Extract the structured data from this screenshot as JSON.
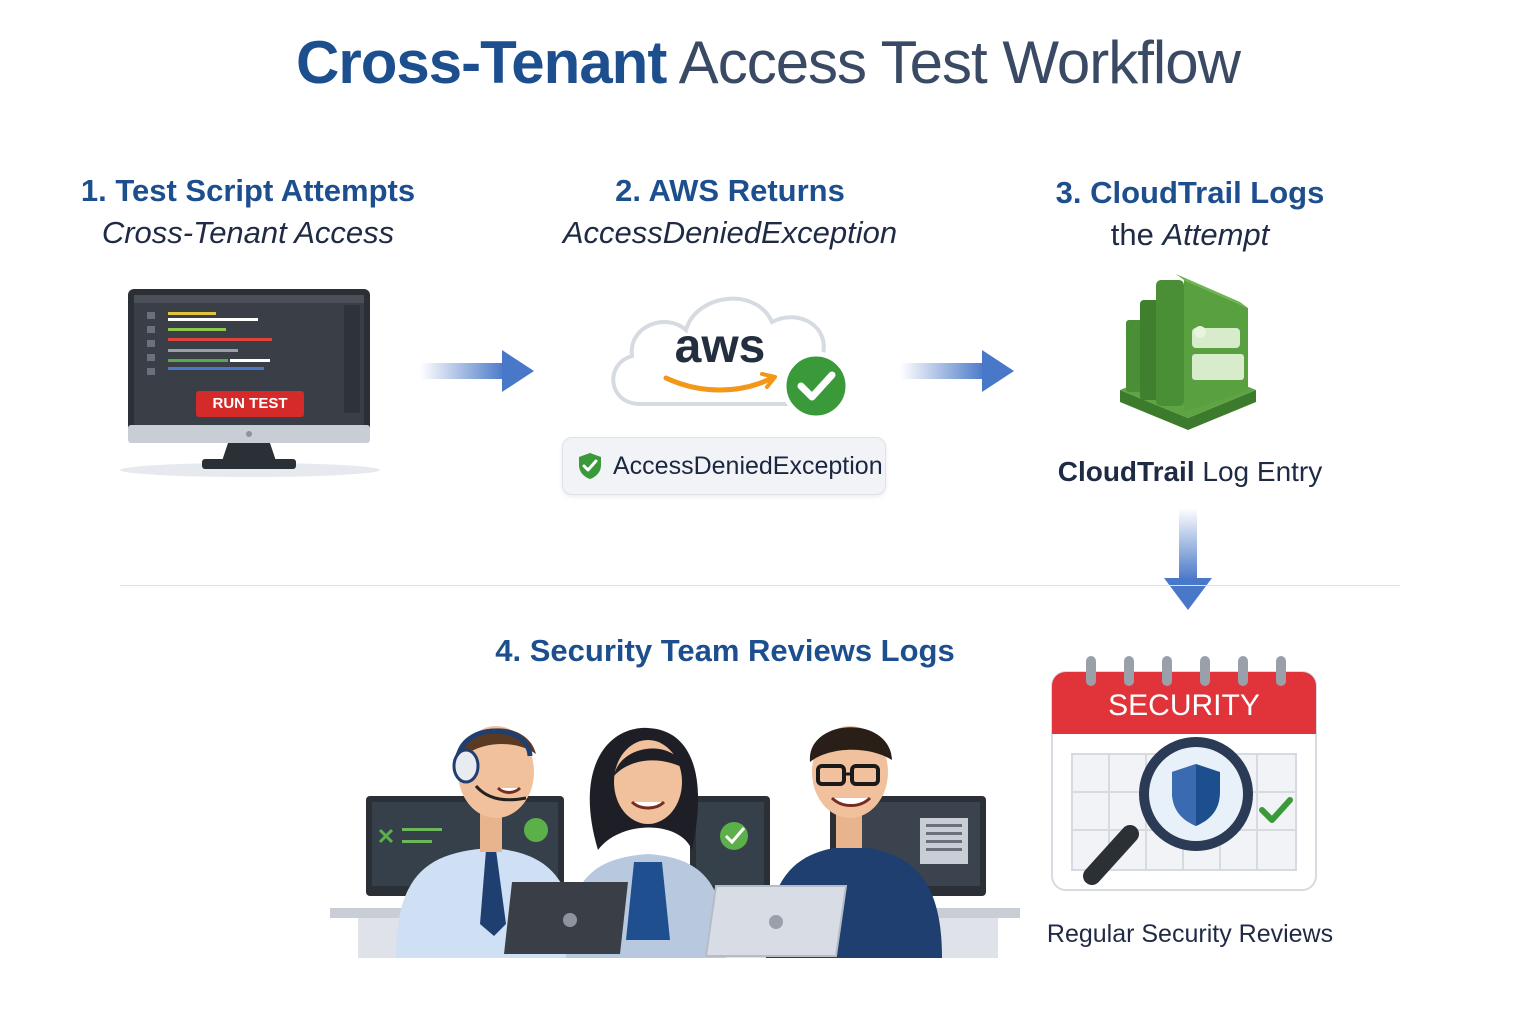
{
  "title": {
    "part1": "Cross-Tenant",
    "part2": " Access Test Workflow"
  },
  "steps": [
    {
      "number": "1.",
      "heading": "Test Script Attempts",
      "subheading": "Cross-Tenant Access"
    },
    {
      "number": "2.",
      "heading": "AWS Returns",
      "subheading": "AccessDeniedException"
    },
    {
      "number": "3.",
      "heading": "CloudTrail Logs",
      "subheading_plain": "the ",
      "subheading_italic": "Attempt"
    },
    {
      "number": "4.",
      "heading": "Security Team Reviews Logs"
    }
  ],
  "monitor": {
    "button_label": "RUN TEST"
  },
  "aws": {
    "logo_text": "aws",
    "exception_label": "AccessDeniedException"
  },
  "cloudtrail": {
    "label_bold": "CloudTrail",
    "label_rest": " Log Entry"
  },
  "calendar": {
    "header_text": "SECURITY",
    "caption": "Regular Security Reviews"
  },
  "colors": {
    "accent_blue": "#1d4f8f",
    "arrow_blue": "#4a78c8",
    "run_button_red": "#d42a2a",
    "calendar_red": "#e0343a",
    "cloudtrail_green": "#4a8f36",
    "check_green": "#3a9a3a"
  }
}
